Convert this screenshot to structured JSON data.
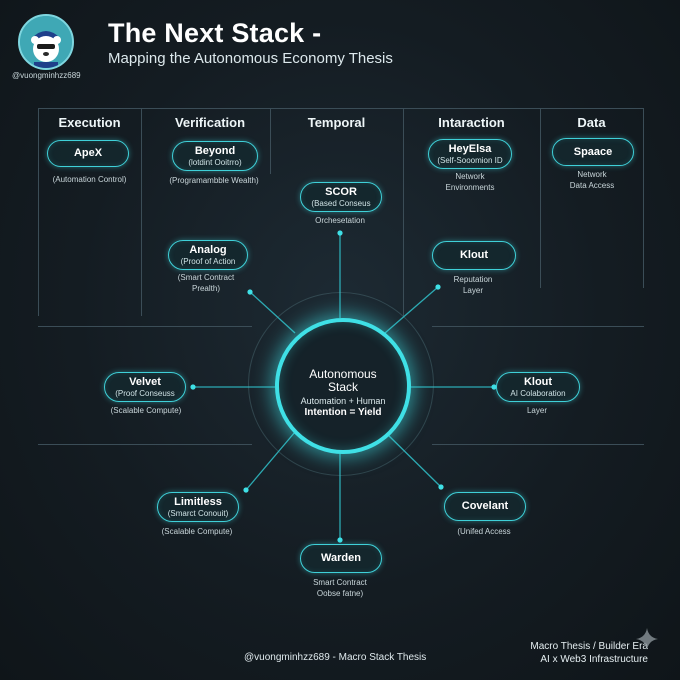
{
  "header": {
    "title": "The Next Stack -",
    "subtitle": "Mapping the Autonomous Economy Thesis",
    "handle": "@vuongminhzz689"
  },
  "columns": [
    "Execution",
    "Verification",
    "Temporal",
    "Intaraction",
    "Data"
  ],
  "nodes": {
    "apex": {
      "name": "ApeX",
      "caption": "(Automation Control)"
    },
    "beyond": {
      "name": "Beyond",
      "sub": "(lotdint Ooitrro)",
      "caption": "(Programambble Wealth)"
    },
    "scor": {
      "name": "SCOR",
      "sub": "(Based Conseus",
      "caption": "Orchesetation"
    },
    "heyelsa": {
      "name": "HeyElsa",
      "sub": "(Self-Sooomion ID",
      "caption1": "Network",
      "caption2": "Environments"
    },
    "spaace": {
      "name": "Spaace",
      "caption1": "Network",
      "caption2": "Data Access"
    },
    "analog": {
      "name": "Analog",
      "sub": "(Proof of Action",
      "caption1": "(Smart Contract",
      "caption2": "Prealth)"
    },
    "klout_top": {
      "name": "Klout",
      "caption1": "Reputation",
      "caption2": "Layer"
    },
    "velvet": {
      "name": "Velvet",
      "sub": "(Proof Conseuss",
      "caption": "(Scalable Compute)"
    },
    "klout_right": {
      "name": "Klout",
      "sub": "AI Colaboration",
      "caption": "Layer"
    },
    "limitless": {
      "name": "Limitless",
      "sub": "(Smarct Conouit)",
      "caption": "(Scalable Compute)"
    },
    "covelant": {
      "name": "Covelant",
      "caption": "(Unifed Access"
    },
    "warden": {
      "name": "Warden",
      "caption1": "Smart Contract",
      "caption2": "Oobse fatne)"
    }
  },
  "hub": {
    "line1": "Autonomous",
    "line2": "Stack",
    "line3": "Automation + Human",
    "line4": "Intention = Yield"
  },
  "footer": {
    "center": "@vuongminhzz689 - Macro Stack Thesis",
    "right1": "Macro Thesis / Builder Era",
    "right2": "AI x Web3 Infrastructure"
  },
  "colors": {
    "accent": "#3fd0d8",
    "background": "#141c22",
    "grid": "#3b4d57"
  },
  "icons": [
    "avatar-bear-icon",
    "sparkle-icon"
  ]
}
